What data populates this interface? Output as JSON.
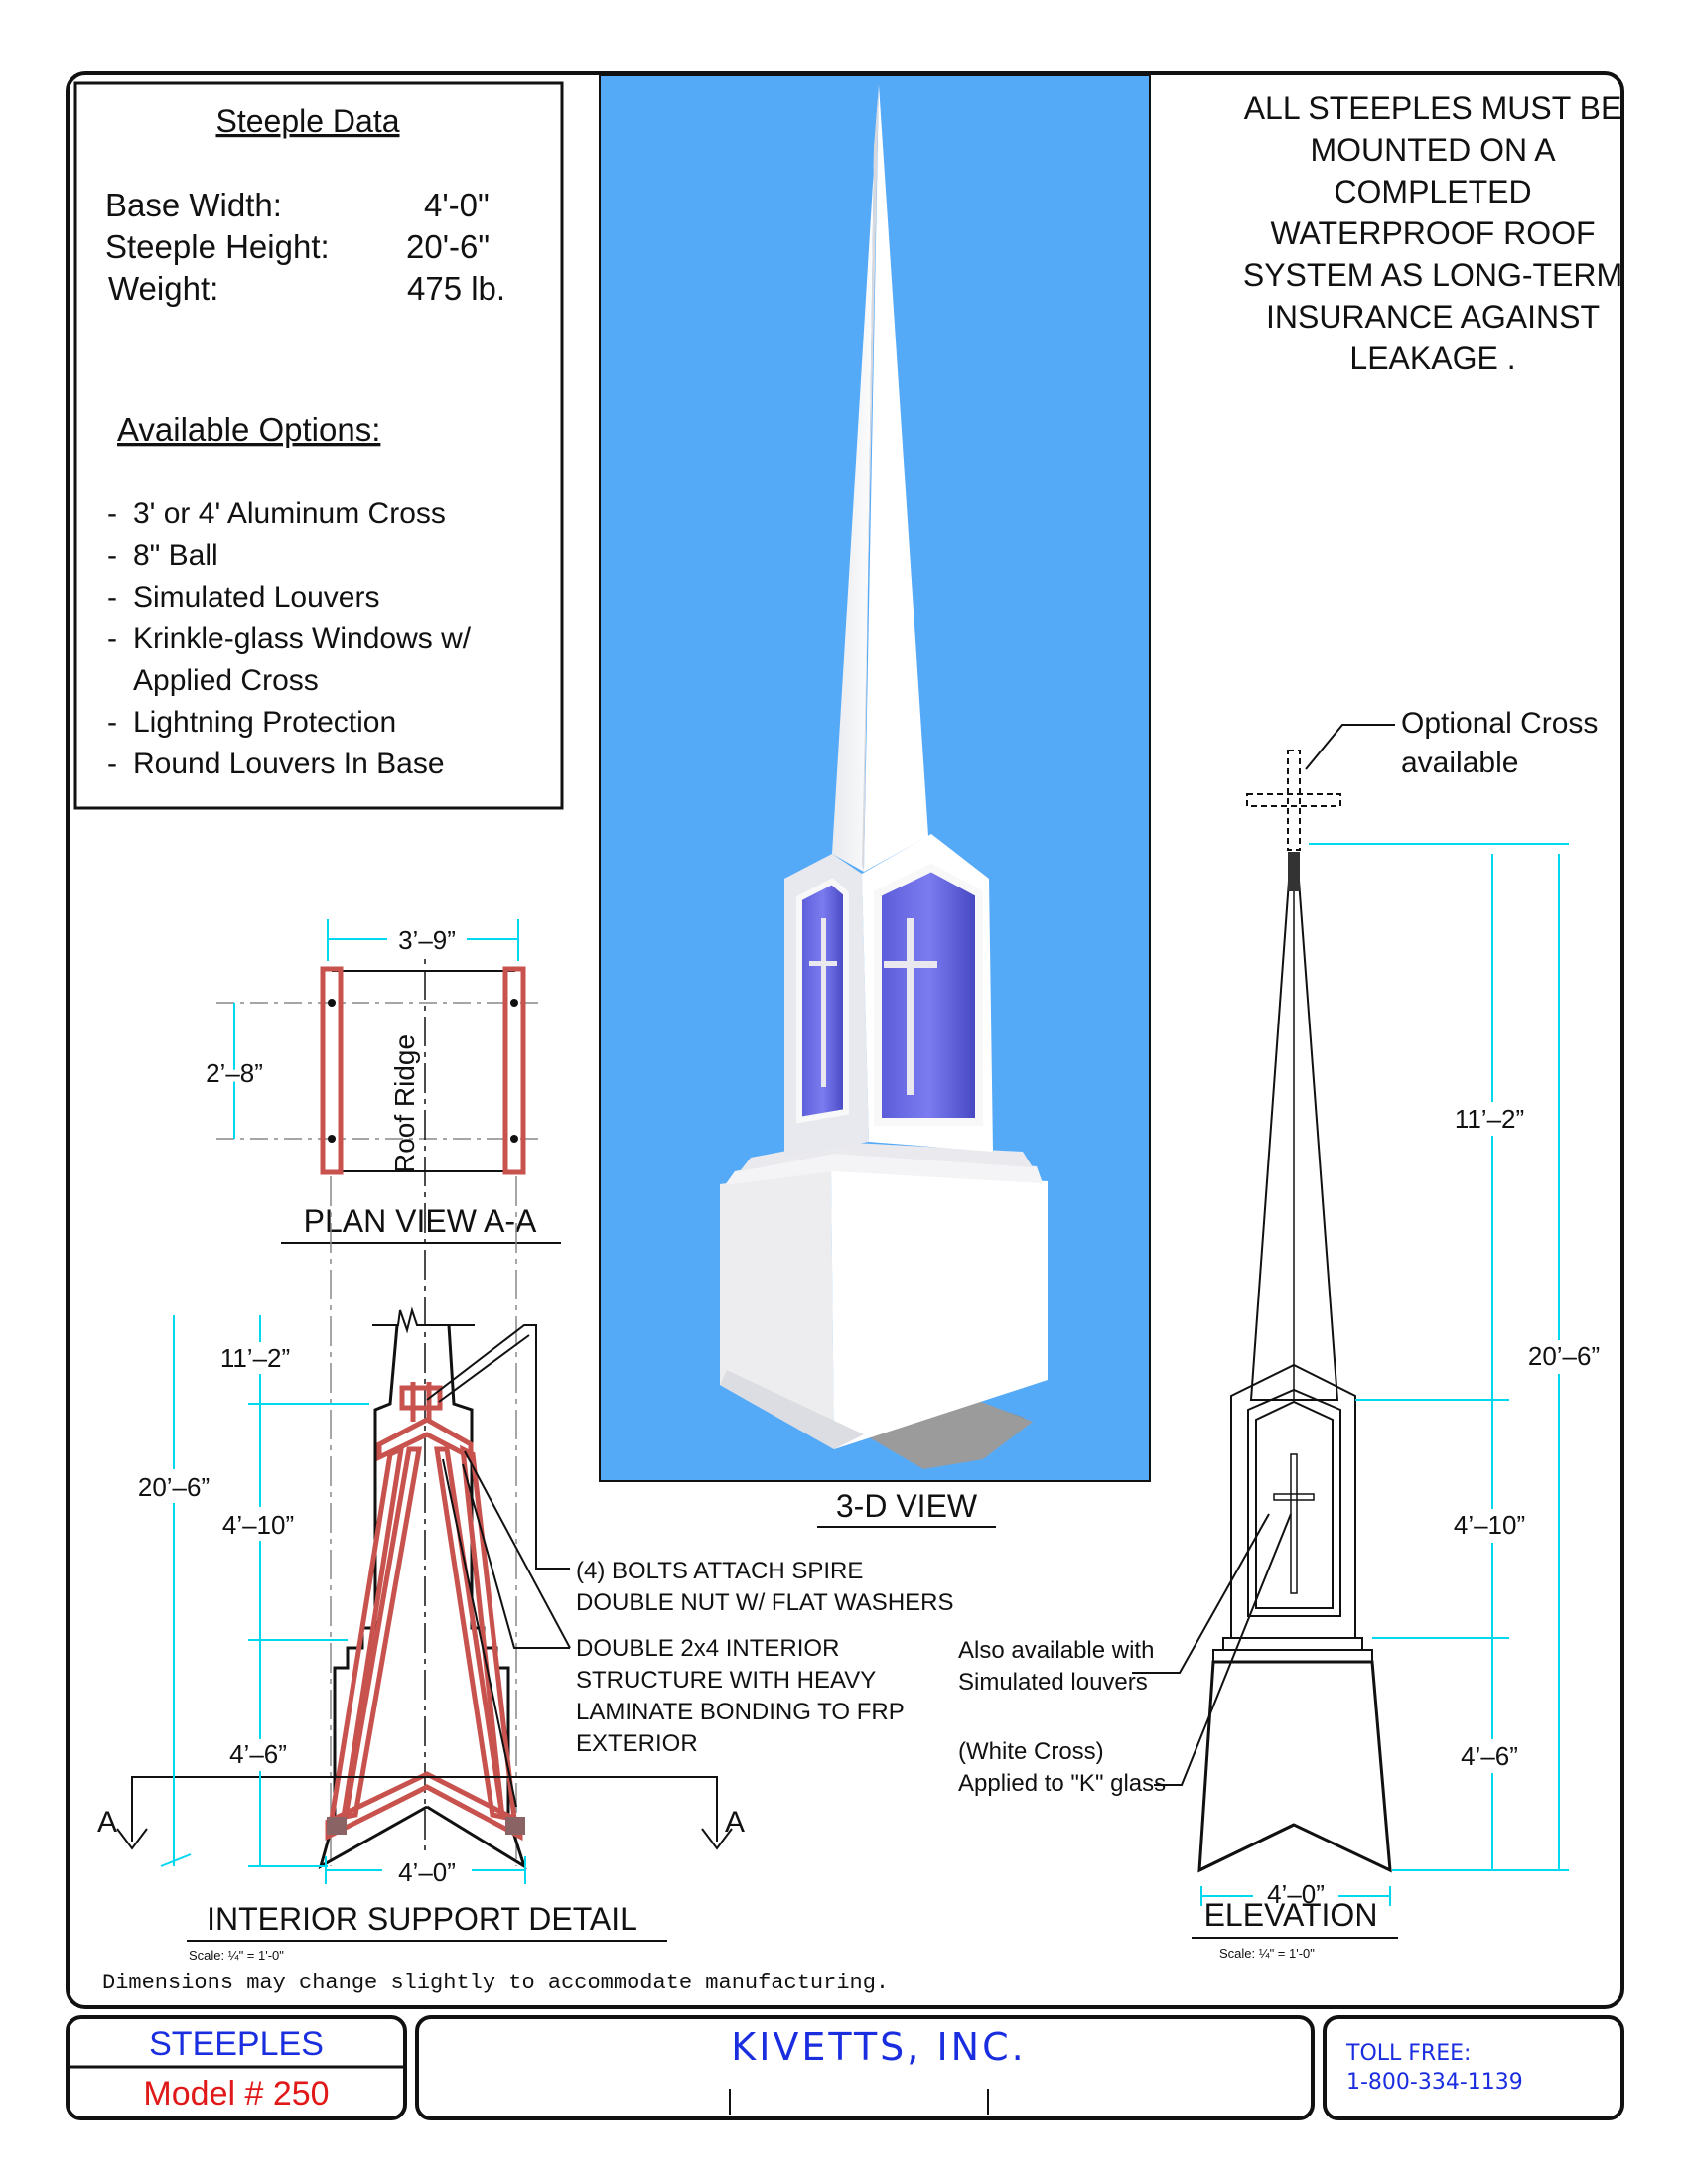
{
  "steeple_data": {
    "heading": "Steeple Data",
    "rows": [
      {
        "label": "Base Width:",
        "value": "4'-0\""
      },
      {
        "label": "Steeple Height:",
        "value": "20'-6\""
      },
      {
        "label": "Weight:",
        "value": "475 lb."
      }
    ]
  },
  "options": {
    "heading": "Available Options:",
    "items": [
      "3' or 4' Aluminum Cross",
      "8\" Ball",
      "Simulated Louvers",
      "Krinkle-glass Windows w/",
      "Applied Cross",
      "Lightning Protection",
      "Round Louvers In Base"
    ]
  },
  "notice": {
    "lines": [
      "ALL STEEPLES MUST BE",
      "MOUNTED ON A",
      "COMPLETED",
      "WATERPROOF ROOF",
      "SYSTEM AS LONG-TERM",
      "INSURANCE AGAINST",
      "LEAKAGE ."
    ]
  },
  "plan_view": {
    "title": "PLAN VIEW A-A",
    "width": "3’–9”",
    "depth": "2’–8”",
    "ridge_label": "Roof Ridge"
  },
  "view_3d": {
    "title": "3-D VIEW",
    "sky_color": "#55aaf8"
  },
  "interior_detail": {
    "title": "INTERIOR SUPPORT DETAIL",
    "scale": "Scale: ¼\" = 1'-0\"",
    "dim_total": "20’–6”",
    "dim_spire": "11’–2”",
    "dim_mid": "4’–10”",
    "dim_base": "4’–6”",
    "dim_width": "4’–0”",
    "section_mark": "A",
    "note_bolts": [
      "(4) BOLTS ATTACH SPIRE",
      "DOUBLE NUT W/ FLAT WASHERS"
    ],
    "note_structure": [
      "DOUBLE 2x4 INTERIOR",
      "STRUCTURE WITH HEAVY",
      "LAMINATE BONDING TO FRP",
      "EXTERIOR"
    ],
    "frame_color": "#c8524e",
    "dim_color": "#00d8f0"
  },
  "elevation": {
    "title": "ELEVATION",
    "scale": "Scale: ¼\" = 1'-0\"",
    "cross_note": [
      "Optional Cross",
      "available"
    ],
    "louver_note": [
      "Also available with",
      "Simulated louvers"
    ],
    "glass_note": [
      "(White Cross)",
      "Applied to \"K\" glass"
    ],
    "dim_spire": "11’–2”",
    "dim_total": "20’–6”",
    "dim_mid": "4’–10”",
    "dim_base": "4’–6”",
    "dim_width": "4’–0”"
  },
  "disclaimer": "Dimensions may change slightly to accommodate manufacturing.",
  "title_block": {
    "category": "STEEPLES",
    "model": "Model # 250",
    "company": "KIVETTS, INC.",
    "toll_free_label": "TOLL FREE:",
    "phone": "1-800-334-1139",
    "category_color": "#1a2ee0",
    "model_color": "#e01818"
  }
}
